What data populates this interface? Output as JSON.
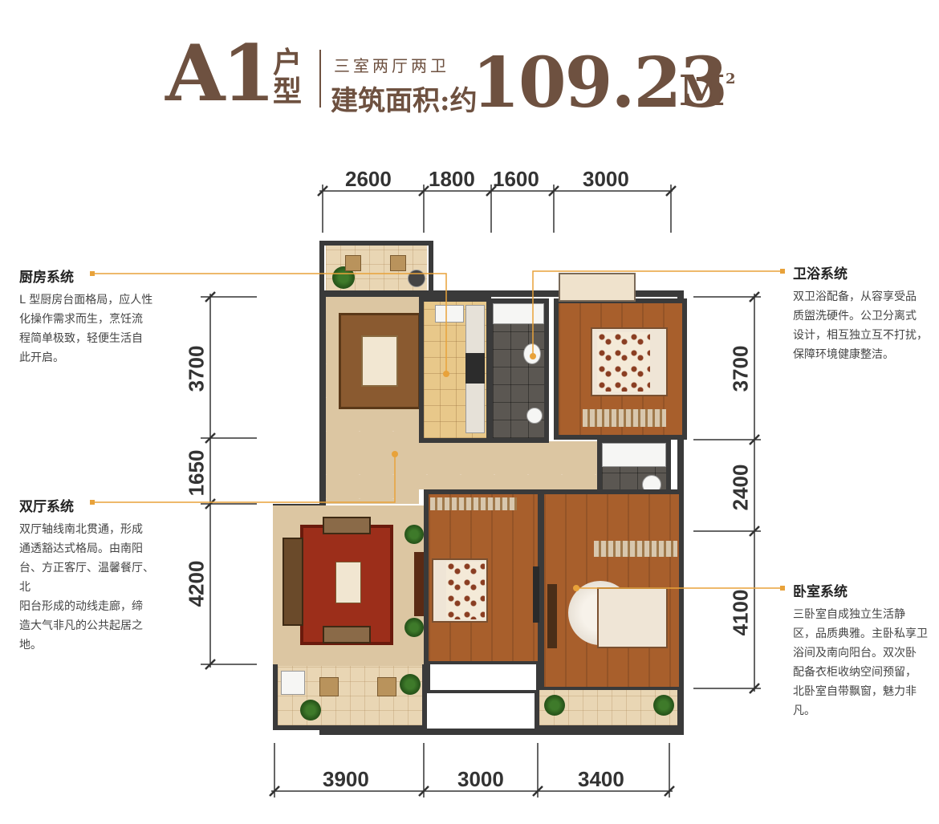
{
  "header": {
    "model": "A1",
    "type_word": "户型",
    "rooms": "三室两厅两卫",
    "area_label": "建筑面积:约",
    "area_value": "109.23",
    "area_unit": "M",
    "area_sup": "2"
  },
  "dimensions": {
    "top": [
      "2600",
      "1800",
      "1600",
      "3000"
    ],
    "bottom": [
      "3900",
      "3000",
      "3400"
    ],
    "left": [
      "3700",
      "1650",
      "4200"
    ],
    "right": [
      "3700",
      "2400",
      "4100"
    ]
  },
  "annotations": {
    "kitchen": {
      "title": "厨房系统",
      "lines": [
        "L 型厨房台面格局，应人性",
        "化操作需求而生，烹饪流",
        "程简单极致，轻便生活自",
        "此开启。"
      ]
    },
    "halls": {
      "title": "双厅系统",
      "lines": [
        "双厅轴线南北贯通，形成",
        "通透豁达式格局。由南阳",
        "台、方正客厅、温馨餐厅、北",
        "阳台形成的动线走廊，缔",
        "造大气非凡的公共起居之",
        "地。"
      ]
    },
    "bathroom": {
      "title": "卫浴系统",
      "lines": [
        "双卫浴配备，从容享受品",
        "质盥洗硬件。公卫分离式",
        "设计，相互独立互不打扰，",
        "保障环境健康整洁。"
      ]
    },
    "bedroom": {
      "title": "卧室系统",
      "lines": [
        "三卧室自成独立生活静",
        "区，品质典雅。主卧私享卫",
        "浴间及南向阳台。双次卧",
        "配备衣柜收纳空间预留，",
        "北卧室自带飘窗，魅力非",
        "凡。"
      ]
    }
  },
  "colors": {
    "brand_brown": "#6e5140",
    "leader_orange": "#e8a23a",
    "wall": "#3a3a3a",
    "wood_floor": "#a85f2c",
    "tile_floor": "#dcc6a2"
  }
}
